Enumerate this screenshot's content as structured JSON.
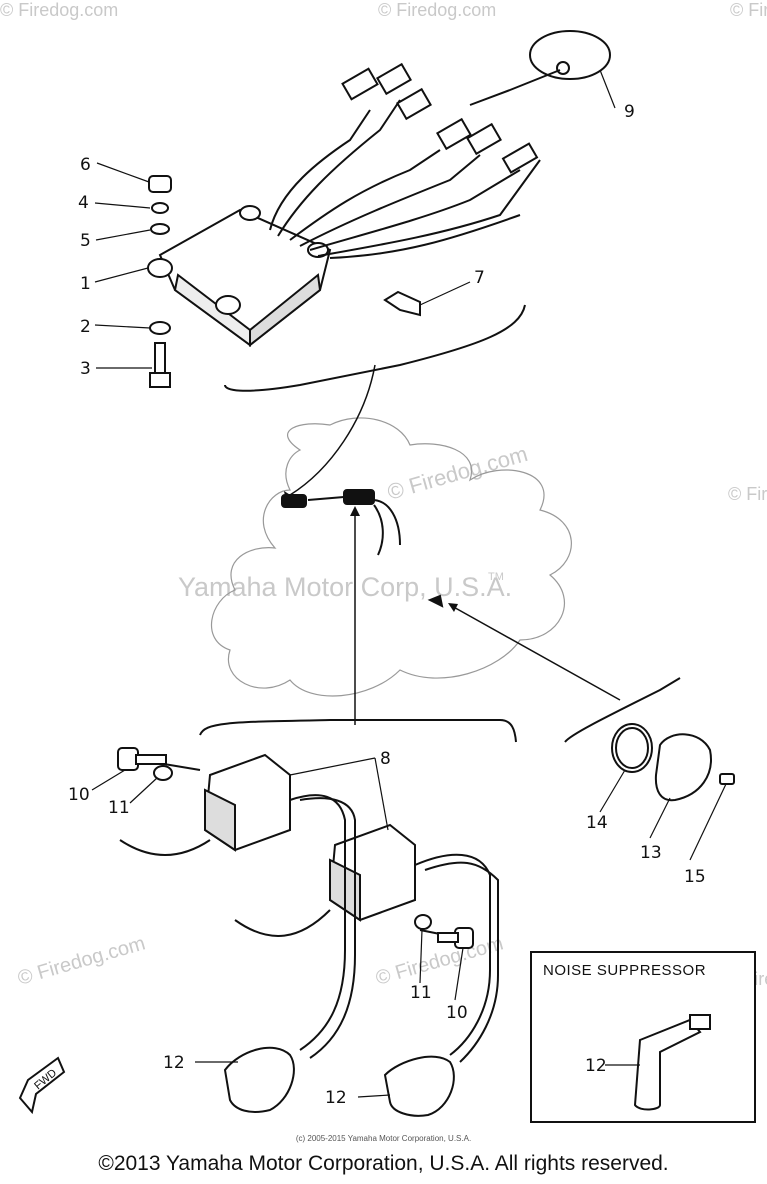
{
  "watermarks": {
    "firedog": "© Firedog.com",
    "firedog_alt": "© Firedog.com",
    "center": "Yamaha Motor Corp, U.S.A.",
    "tm": "TM"
  },
  "callouts": {
    "c1": "1",
    "c2": "2",
    "c3": "3",
    "c4": "4",
    "c5": "5",
    "c6": "6",
    "c7": "7",
    "c8": "8",
    "c9": "9",
    "c10a": "10",
    "c10b": "10",
    "c11a": "11",
    "c11b": "11",
    "c12a": "12",
    "c12b": "12",
    "c12c": "12",
    "c13": "13",
    "c14": "14",
    "c15": "15"
  },
  "noise_box": {
    "title": "NOISE SUPPRESSOR"
  },
  "fwd_label": "FWD",
  "footer": {
    "credit": "(c) 2005-2015 Yamaha Motor Corporation, U.S.A.",
    "copyright": "©2013 Yamaha Motor Corporation, U.S.A. All rights reserved."
  }
}
